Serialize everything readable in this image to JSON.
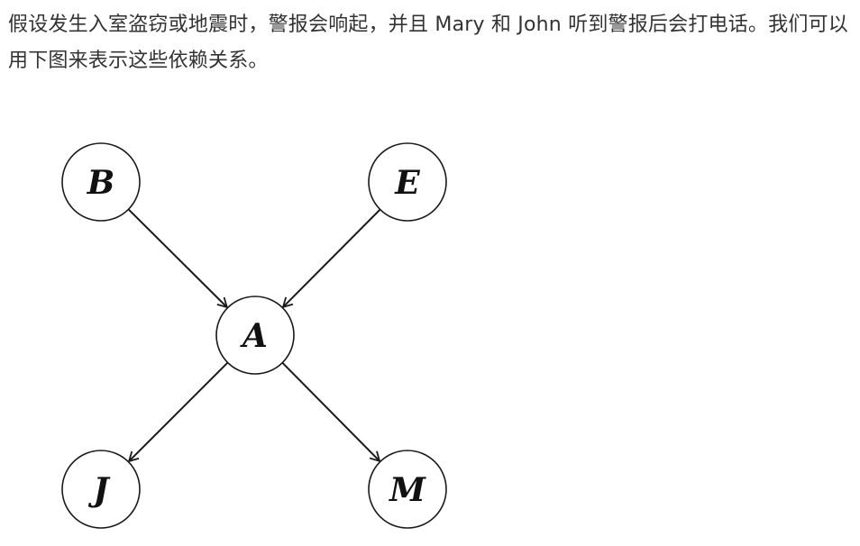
{
  "text": {
    "paragraph": "假设发生入室盗窃或地震时，警报会响起，并且 Mary 和 John 听到警报后会打电话。我们可以用下图来表示这些依赖关系。"
  },
  "diagram": {
    "nodes": [
      {
        "id": "B",
        "label": "B"
      },
      {
        "id": "E",
        "label": "E"
      },
      {
        "id": "A",
        "label": "A"
      },
      {
        "id": "J",
        "label": "J"
      },
      {
        "id": "M",
        "label": "M"
      }
    ],
    "edges": [
      {
        "from": "B",
        "to": "A"
      },
      {
        "from": "E",
        "to": "A"
      },
      {
        "from": "A",
        "to": "J"
      },
      {
        "from": "A",
        "to": "M"
      }
    ]
  }
}
